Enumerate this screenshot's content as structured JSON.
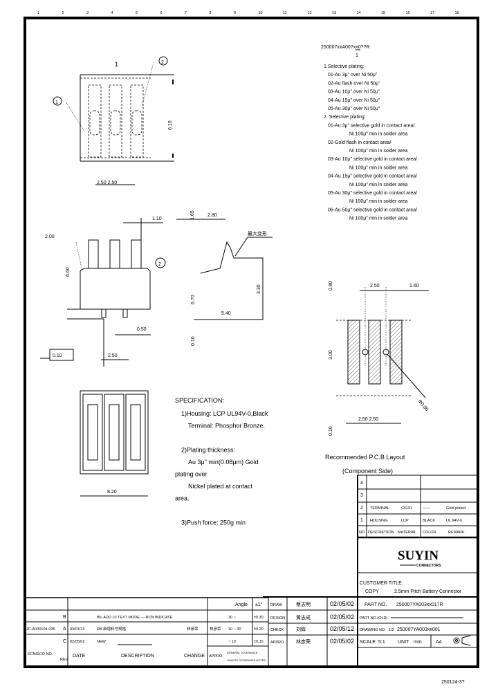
{
  "ruler": [
    "1",
    "2",
    "3",
    "4",
    "5",
    "6",
    "7",
    "8",
    "9",
    "10",
    "11",
    "12",
    "13",
    "14",
    "15",
    "16",
    "17",
    "18"
  ],
  "part_code_header": "250007xxA00?xx0??R",
  "part_code_marker": "1",
  "plating_notes": [
    "1.Selective plating:",
    "01-Au 3μ\" over Ni 50μ\"",
    "02-Au flash over Ni 50μ\"",
    "03-Au 10μ\" over Ni 50μ\"",
    "04-Au 15μ\" over Ni 50μ\"",
    "05-Au 30μ\" over Ni 50μ\"",
    "2. Selective plating:",
    "01-Au 3μ\" selective gold in contact area/",
    "Ni 100μ\" min in solder area",
    "02-Gold flash in contact area/",
    "Ni 100μ\" min in solder area",
    "03-Au 10μ\" selective gold in contact area/",
    "Ni 100μ\" min in solder area",
    "04-Au 15μ\" selective gold in contact area/",
    "Ni 100μ\" min in solder area",
    "05-Au 30μ\" selective gold in contact area/",
    "Ni 100μ\" min in solder area",
    "06-Au 50μ\" selective gold in contact area/",
    "Ni 100μ\" min in solder area"
  ],
  "top_view": {
    "label": "1",
    "callout_1": "1",
    "callout_2": "2",
    "dim_height": "6.10",
    "dim_pitch": "2.50  2.50"
  },
  "front_view": {
    "dim_top": "1.10",
    "dim_chamfer": "2.00",
    "callout_2": "2",
    "dim_height": "6.60",
    "dim_pin": "0.50",
    "dim_pitch": "2.50",
    "flatness": "0.10"
  },
  "side_view": {
    "dim_width": "2.80",
    "dim_top": "1.65",
    "max_deform_label": "最大变形",
    "dim_body": "5.40",
    "dim_body_h": "3.30",
    "dim_total": "6.70",
    "dim_tol": "0.10"
  },
  "bottom_view": {
    "dim_width": "8.20"
  },
  "specification": {
    "title": "SPECIFICATION:",
    "lines": [
      "1)Housing: LCP UL94V-0,Black",
      "Terminal: Phosphor Bronze.",
      "",
      "2)Plating thickness:",
      "Au 3μ\" min(0.08μm) Gold",
      "plating over",
      "Nickel plated at contact",
      "area.",
      "",
      "3)Push force: 250g min"
    ]
  },
  "pcb_layout": {
    "dim_pitch_top": "2.50",
    "dim_pad": "1.60",
    "dim_pitch_bottom": "2.50  2.50",
    "dim_left_top": "0.80",
    "dim_left_mid": "3.00",
    "dim_left_bottom": "0.10",
    "dim_hole": "Φ0.80",
    "title": "Recommended P.C.B Layout",
    "subtitle": "(Component Side)"
  },
  "bom": {
    "rows": [
      {
        "no": "4",
        "description": "",
        "material": "",
        "color": "",
        "remark": ""
      },
      {
        "no": "3",
        "description": "",
        "material": "",
        "color": "",
        "remark": ""
      },
      {
        "no": "2",
        "description": "TERMINAL",
        "material": "C5191",
        "color": "——",
        "remark": "Gold plated"
      },
      {
        "no": "1",
        "description": "HOUSING",
        "material": "LCP",
        "color": "BLACK",
        "remark": "UL 94V-0"
      }
    ],
    "headers": {
      "no": "NO",
      "description": "DESCRIPTION",
      "material": "MATERIAL",
      "color": "COLOR",
      "remark": "REMARK"
    }
  },
  "logo": {
    "name": "SUYIN",
    "tagline": "CONNECTORS"
  },
  "customer": {
    "label": "CUSTOMER TITLE:",
    "value": "COPY",
    "title": "2.5mm Pitch Battery Connector"
  },
  "title_block": {
    "part_no_label": "PART NO.",
    "part_no": "250007YA003xx017R",
    "part_no_old_label": "PART NO.(OLD)",
    "part_no_old": "——————",
    "drawing_no_label": "DRAWING NO.",
    "drawing_sheet": "1/2",
    "drawing_no": "250007YA003xx001",
    "scale_label": "SCALE",
    "scale": "5:1",
    "unit_label": "UNIT",
    "unit": "mm",
    "size": "A4"
  },
  "signoff": [
    {
      "role": "DRAW",
      "name": "蔡志明",
      "date": "02/05/02"
    },
    {
      "role": "DESIGN",
      "name": "黄志成",
      "date": "02/05/02"
    },
    {
      "role": "CHECK",
      "name": "刘辉",
      "date": "02/05/12"
    },
    {
      "role": "APPRO.",
      "name": "林彦荣",
      "date": "02/05/02"
    }
  ],
  "revisions": {
    "angle_label": "Angle",
    "angle_tol": "±1°",
    "rows": [
      {
        "ecn": "",
        "rev": "B",
        "date": "",
        "description": "BIL ADD 10 TEXT MODE — RCN INDICATE",
        "change": "",
        "approver": "",
        "range": "30 ~",
        "tol": "±0.30"
      },
      {
        "ecn": "JC-A030104-036",
        "rev": "A",
        "date": "03/01/23",
        "description": "RB 新增料号规格",
        "change": "林彦荣",
        "approver": "林彦荣",
        "range": "10 ~ 30",
        "tol": "±0.20"
      },
      {
        "ecn": "",
        "rev": "C",
        "date": "02/05/02",
        "description": "NEW",
        "change": "",
        "approver": "",
        "range": "~ 10",
        "tol": "±0.15"
      }
    ],
    "headers": {
      "ecn": "ECN/ECO NO.",
      "rev": "REV",
      "date": "DATE",
      "description": "DESCRIPTION",
      "change": "CHANGE",
      "approver": "APPRO.",
      "tolerance": "GENERAL TOLERANCE",
      "tolerance2": "UNLESS OTHERWISE NOTED"
    }
  },
  "doc_code": "250124-3?"
}
